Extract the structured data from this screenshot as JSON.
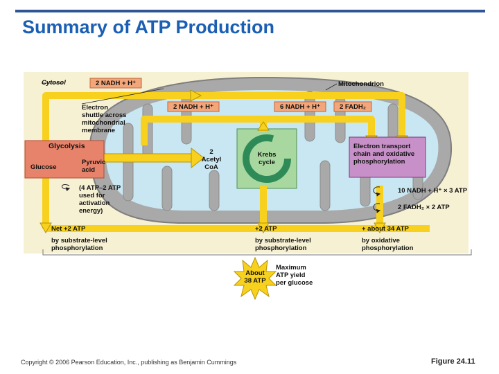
{
  "title": "Summary of ATP Production",
  "footer": {
    "copyright": "Copyright © 2006 Pearson Education, Inc., publishing as Benjamin Cummings",
    "figure": "Figure 24.11"
  },
  "diagram": {
    "cytosol": "Cytosol",
    "mitochondrion": "Mitochondrion",
    "nadh_cytosol": "2 NADH + H⁺",
    "nadh_2": "2 NADH + H⁺",
    "nadh_6": "6 NADH + H⁺",
    "fadh2": "2 FADH₂",
    "shuttle": [
      "Electron",
      "shuttle across",
      "mitochondrial",
      "membrane"
    ],
    "glycolysis": "Glycolysis",
    "glucose": "Glucose",
    "pyruvic": [
      "Pyruvic",
      "acid"
    ],
    "acetyl": [
      "2",
      "Acetyl",
      "CoA"
    ],
    "krebs": [
      "Krebs",
      "cycle"
    ],
    "etc": [
      "Electron transport",
      "chain and oxidative",
      "phosphorylation"
    ],
    "atp_used": [
      "(4 ATP–2 ATP",
      "used for",
      "activation",
      "energy)"
    ],
    "nadh_yield": "10 NADH + H⁺ × 3 ATP",
    "fadh_yield": "2 FADH₂ × 2 ATP",
    "net_atp": "Net +2 ATP",
    "krebs_atp": "+2 ATP",
    "ox_atp": "+ about 34 ATP",
    "by_substrate_1": [
      "by substrate-level",
      "phosphorylation"
    ],
    "by_substrate_2": [
      "by substrate-level",
      "phosphorylation"
    ],
    "by_oxidative": [
      "by oxidative",
      "phosphorylation"
    ],
    "about_atp": [
      "About",
      "38 ATP"
    ],
    "max_yield": [
      "Maximum",
      "ATP yield",
      "per glucose"
    ]
  }
}
